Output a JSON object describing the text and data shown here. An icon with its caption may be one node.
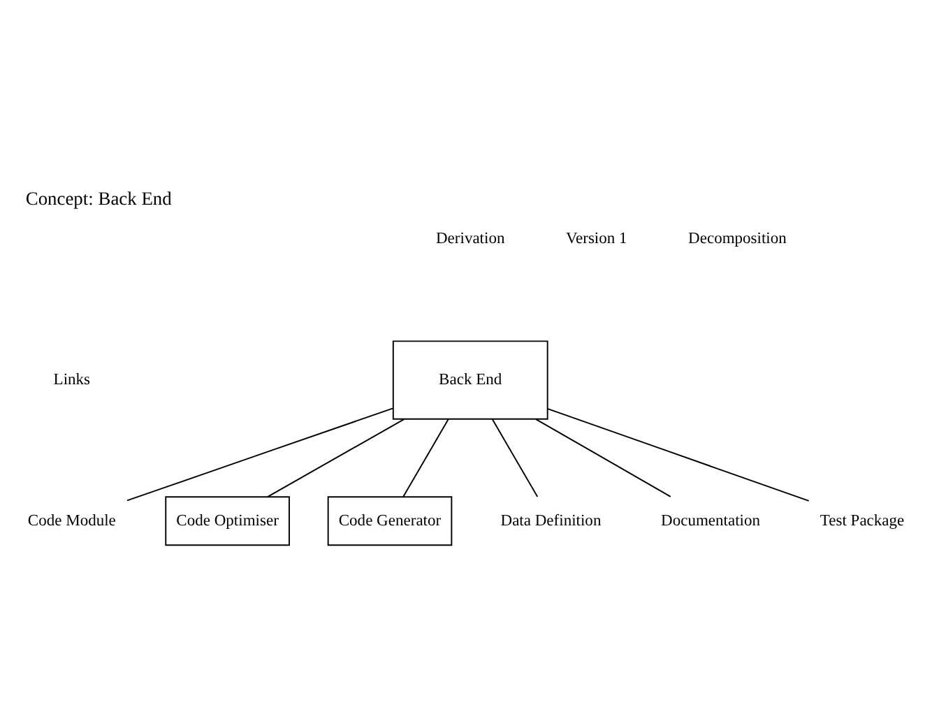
{
  "diagram": {
    "title": "Concept: Back End",
    "nodes": [
      {
        "text": [
          "Back End"
        ]
      },
      {
        "text": [
          "Code Optimiser"
        ]
      },
      {
        "text": [
          "Code Generator"
        ]
      },
      {
        "text": [
          "Code Module"
        ]
      },
      {
        "text": [
          "Data Definition"
        ]
      },
      {
        "text": [
          "Documentation"
        ]
      },
      {
        "text": [
          "Test Package"
        ]
      }
    ],
    "edges": [
      {
        "from": 0,
        "to": 1,
        "arrow": "none"
      },
      {
        "from": 0,
        "to": 2,
        "arrow": "none"
      },
      {
        "from": 0,
        "to": 3,
        "arrow": "none"
      },
      {
        "from": 0,
        "to": 4,
        "arrow": "none"
      },
      {
        "from": 0,
        "to": 5,
        "arrow": "none"
      },
      {
        "from": 0,
        "to": 6,
        "arrow": "none"
      }
    ],
    "labels": [
      "Version 1",
      "Derivation",
      "Decomposition",
      "Links"
    ]
  }
}
